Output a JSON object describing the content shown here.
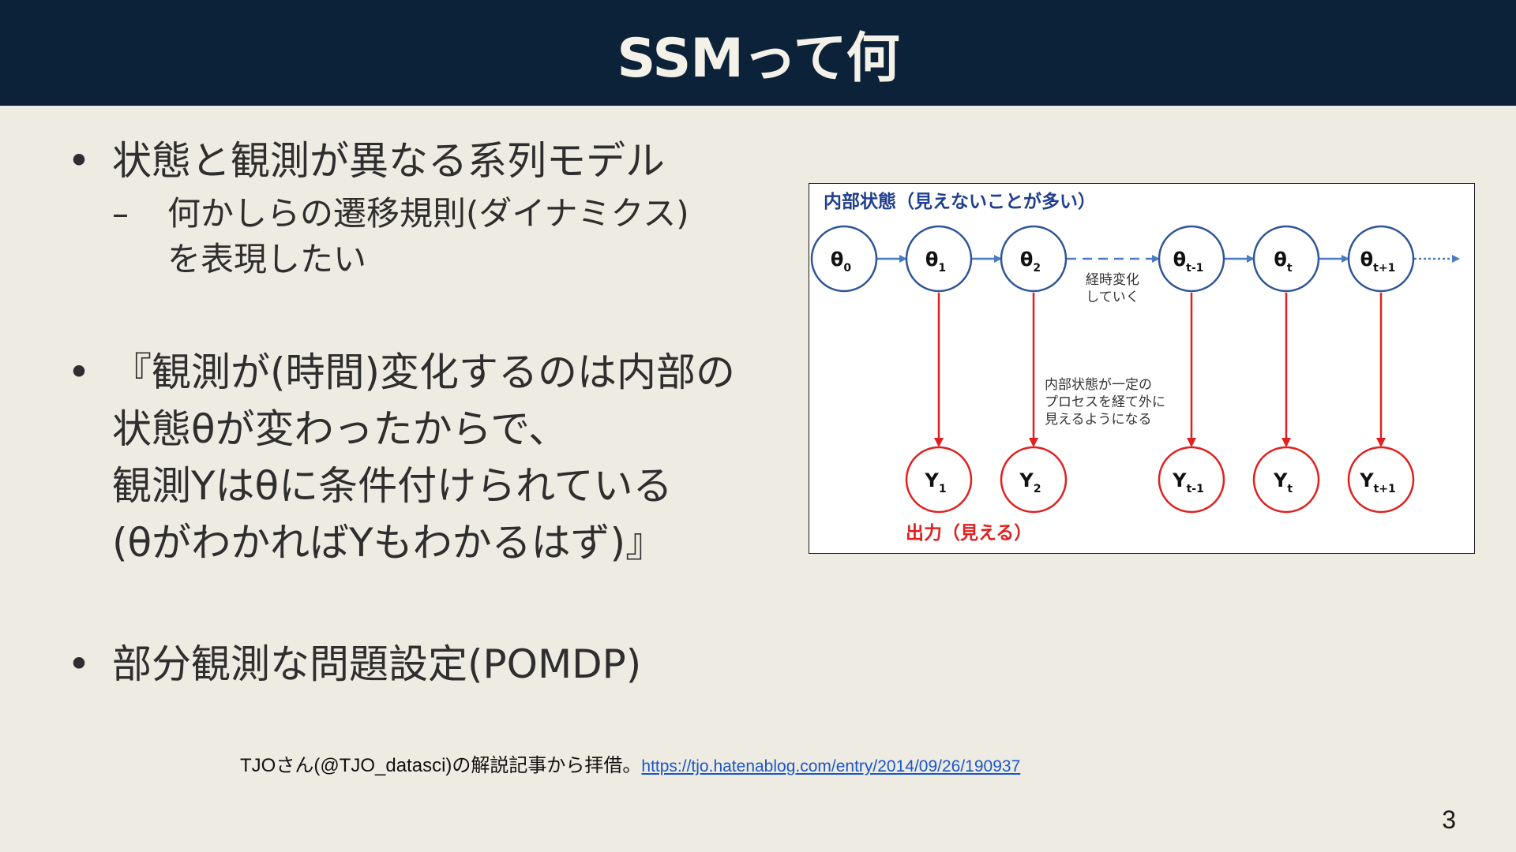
{
  "slide": {
    "title": "SSMって何",
    "page_number": "3"
  },
  "bullets": [
    {
      "lines": [
        "状態と観測が異なる系列モデル"
      ],
      "sub": {
        "dash": "–",
        "lines": [
          "何かしらの遷移規則(ダイナミクス)",
          "を表現したい"
        ]
      }
    },
    {
      "lines": [
        "『観測が(時間)変化するのは内部の",
        "状態θが変わったからで、",
        "観測Yはθに条件付けられている",
        "(θがわかればYもわかるはず)』"
      ]
    },
    {
      "lines": [
        "部分観測な問題設定(POMDP)"
      ]
    }
  ],
  "diagram": {
    "top_label": "内部状態（見えないことが多い）",
    "bottom_label": "出力（見える）",
    "transition_note": [
      "経時変化",
      "していく"
    ],
    "emission_note": [
      "内部状態が一定の",
      "プロセスを経て外に",
      "見えるようになる"
    ],
    "state_nodes": [
      {
        "base": "θ",
        "sub": "0"
      },
      {
        "base": "θ",
        "sub": "1"
      },
      {
        "base": "θ",
        "sub": "2"
      },
      {
        "base": "θ",
        "sub": "t-1"
      },
      {
        "base": "θ",
        "sub": "t"
      },
      {
        "base": "θ",
        "sub": "t+1"
      }
    ],
    "output_nodes": [
      {
        "base": "Y",
        "sub": "1"
      },
      {
        "base": "Y",
        "sub": "2"
      },
      {
        "base": "Y",
        "sub": "t-1"
      },
      {
        "base": "Y",
        "sub": "t"
      },
      {
        "base": "Y",
        "sub": "t+1"
      }
    ],
    "colors": {
      "state": "#2f5597",
      "state_arrow": "#4a7cc4",
      "output": "#e02020",
      "label_blue": "#1f3f8f",
      "label_red": "#e02020"
    }
  },
  "credit": {
    "text": "TJOさん(@TJO_datasci)の解説記事から拝借。",
    "link_text": "https://tjo.hatenablog.com/entry/2014/09/26/190937"
  }
}
